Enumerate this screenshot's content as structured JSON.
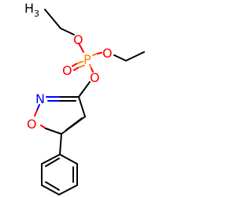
{
  "molecule": {
    "atoms": {
      "methyl_1": {
        "element": "C",
        "label": "H",
        "subscript": "3",
        "color": "#000000"
      },
      "o_ester_1": {
        "element": "O",
        "label": "O",
        "color": "#ff0000"
      },
      "o_ester_2": {
        "element": "O",
        "label": "O",
        "color": "#ff0000"
      },
      "o_double": {
        "element": "O",
        "label": "O",
        "color": "#ff0000"
      },
      "phosphorus": {
        "element": "P",
        "label": "P",
        "color": "#ff8000"
      },
      "o_aryl": {
        "element": "O",
        "label": "O",
        "color": "#ff0000"
      },
      "n_ring": {
        "element": "N",
        "label": "N",
        "color": "#0000ff"
      },
      "o_ring": {
        "element": "O",
        "label": "O",
        "color": "#ff0000"
      }
    }
  }
}
